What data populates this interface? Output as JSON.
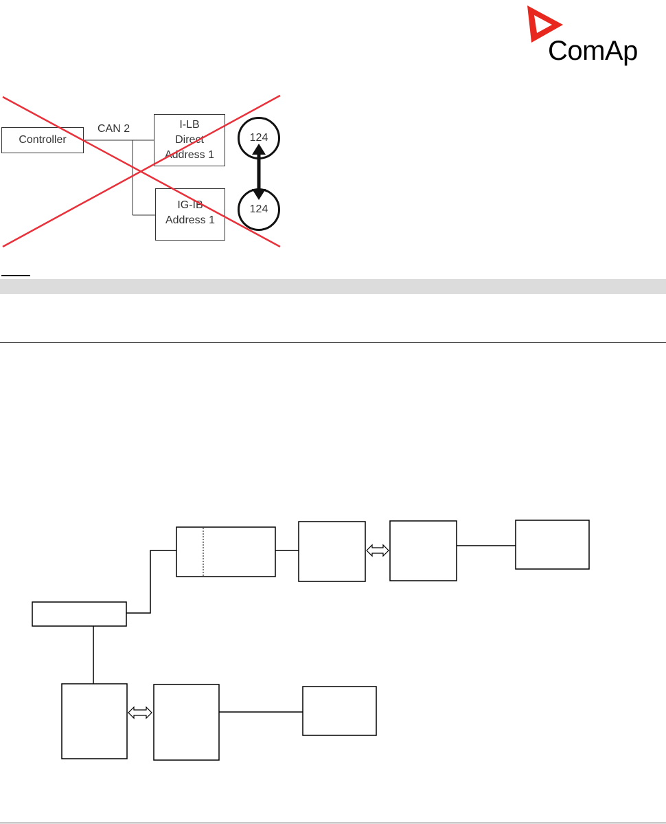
{
  "logo": {
    "text": "ComAp",
    "mark_color": "#e8271e"
  },
  "crossed_diagram": {
    "controller_label": "Controller",
    "bus_label": "CAN 2",
    "ilb_lines": [
      "I-LB",
      "Direct",
      "Address 1"
    ],
    "igib_lines": [
      "IG-IB",
      "Address 1"
    ],
    "circle_top": "124",
    "circle_bottom": "124",
    "cross_color": "#e8313a"
  },
  "band_color": "#dcdcdc"
}
